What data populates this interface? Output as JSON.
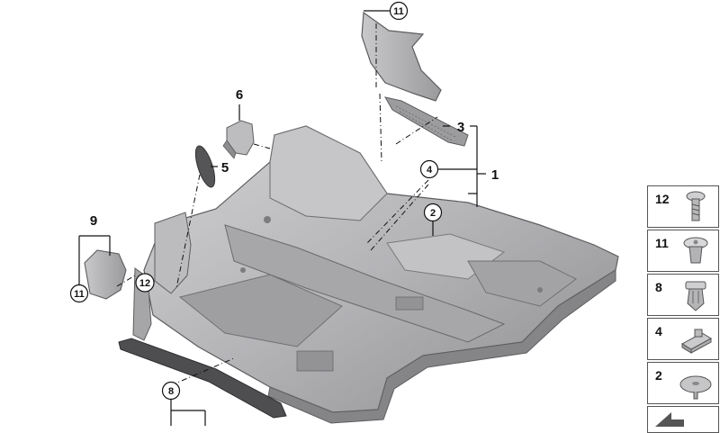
{
  "diagram": {
    "callouts": {
      "c11_top": "11",
      "c3": "3",
      "c4": "4",
      "c1": "1",
      "c2": "2",
      "c6": "6",
      "c5": "5",
      "c9": "9",
      "c11_left": "11",
      "c12": "12",
      "c8": "8"
    }
  },
  "legend": {
    "items": [
      {
        "num": "12",
        "icon": "screw-icon"
      },
      {
        "num": "11",
        "icon": "push-rivet-icon"
      },
      {
        "num": "8",
        "icon": "expanding-clip-icon"
      },
      {
        "num": "4",
        "icon": "cable-clip-icon"
      },
      {
        "num": "2",
        "icon": "plate-washer-icon"
      },
      {
        "num": "",
        "icon": "arrow-icon"
      }
    ]
  },
  "colors": {
    "part_fill": "#b9b9bb",
    "part_dark": "#8f8f92",
    "part_light": "#d4d4d6",
    "outline": "#5e5e60"
  }
}
